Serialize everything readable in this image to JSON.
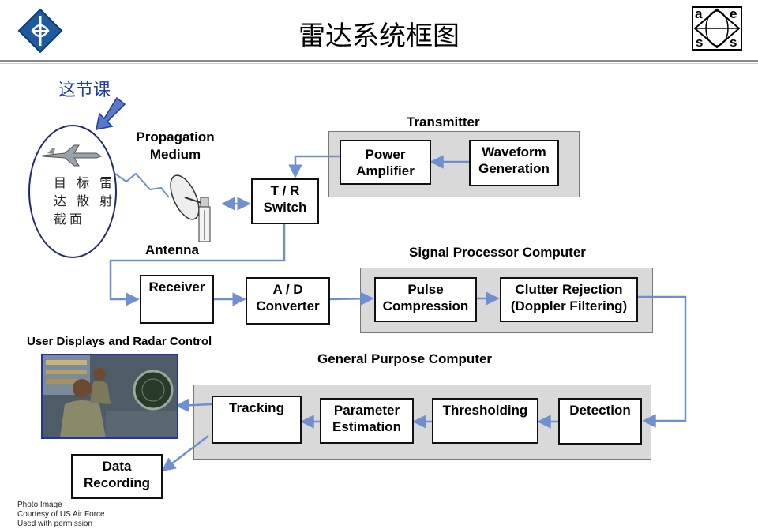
{
  "title": "雷达系统框图",
  "note_cn": "这节课",
  "target_text": "目 标 雷\n达 散 射\n截面",
  "labels": {
    "propagation": "Propagation\nMedium",
    "antenna": "Antenna",
    "transmitter": "Transmitter",
    "signal_processor": "Signal Processor Computer",
    "general_purpose": "General Purpose Computer",
    "user_displays": "User Displays and Radar Control"
  },
  "blocks": {
    "power_amplifier": "Power\nAmplifier",
    "waveform_generation": "Waveform\nGeneration",
    "tr_switch": "T / R\nSwitch",
    "receiver": "Receiver",
    "ad_converter": "A / D\nConverter",
    "pulse_compression": "Pulse\nCompression",
    "clutter_rejection": "Clutter Rejection\n(Doppler Filtering)",
    "tracking": "Tracking",
    "parameter_estimation": "Parameter\nEstimation",
    "thresholding": "Thresholding",
    "detection": "Detection",
    "data_recording": "Data\nRecording"
  },
  "credit": "Photo Image\nCourtesy of US Air Force\nUsed with permission",
  "logo_right_letters": [
    "a",
    "e",
    "s",
    "s"
  ],
  "colors": {
    "arrow": "#6f8fd0",
    "group_fill": "#d9d9d9",
    "note_blue": "#1f3da5",
    "logo_blue": "#1d5a9e"
  }
}
